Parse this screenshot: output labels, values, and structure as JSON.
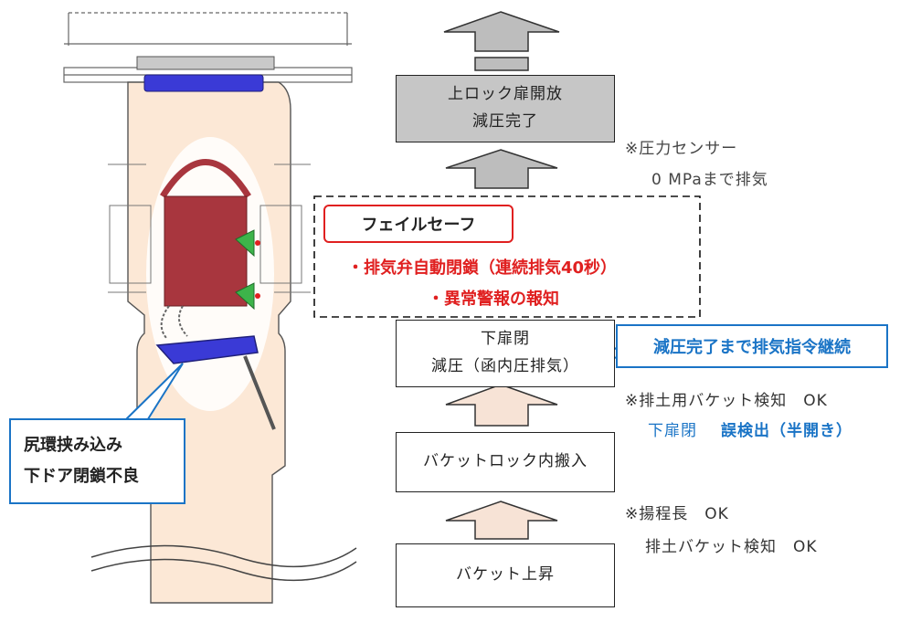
{
  "colors": {
    "accent_red": "#e02020",
    "accent_blue": "#1a74c6",
    "up_arrow_gray": "#bdbdbd",
    "up_arrow_pink": "#f7e3d6",
    "body_peach": "#fce8d6",
    "door_blue": "#3a3ad6",
    "bucket_red": "#a8363e",
    "sensor_green": "#3db44a"
  },
  "flow": {
    "top_box": {
      "line1": "上ロック扉開放",
      "line2": "減圧完了"
    },
    "note_pressure": {
      "line1": "※圧力センサー",
      "line2": "0 MPaまで排気"
    },
    "failsafe": {
      "label": "フェイルセーフ",
      "item1": "・排気弁自動閉鎖（連続排気40秒）",
      "item2": "・異常警報の報知"
    },
    "lower_close_box": {
      "line1": "下扉閉",
      "line2": "減圧（函内圧排気）"
    },
    "continue_callout": "減圧完了まで排気指令継続",
    "note_bucket_detect": {
      "line1": "※排土用バケット検知　OK"
    },
    "misdetect": {
      "prefix": "下扉閉",
      "emphasis": "誤検出（半開き）"
    },
    "bucket_in_box": "バケットロック内搬入",
    "note_lift": {
      "line1": "※揚程長　OK",
      "line2": "排土バケット検知　OK"
    },
    "bucket_up_box": "バケット上昇"
  },
  "diagram": {
    "callout": {
      "line1": "尻環挟み込み",
      "line2": "下ドア閉鎖不良"
    }
  }
}
